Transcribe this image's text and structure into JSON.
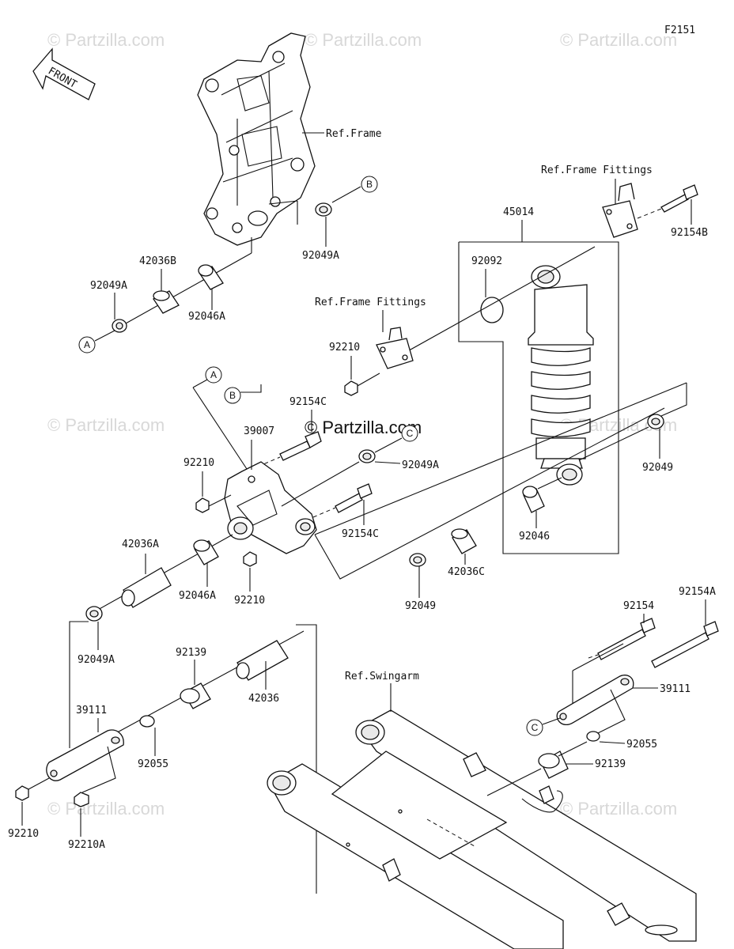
{
  "diagram_id": "F2151",
  "front_label": "FRONT",
  "watermark": "© Partzilla.com",
  "refs": {
    "frame": "Ref.Frame",
    "frame_fittings_1": "Ref.Frame Fittings",
    "frame_fittings_2": "Ref.Frame Fittings",
    "swingarm": "Ref.Swingarm"
  },
  "markers": {
    "a": "A",
    "b": "B",
    "c": "C"
  },
  "parts": {
    "p45014": "45014",
    "p92154B": "92154B",
    "p92092": "92092",
    "p92049A_top": "92049A",
    "p42036B": "42036B",
    "p92049A_left": "92049A",
    "p92046A_top": "92046A",
    "p92210_mid": "92210",
    "p92154C_top": "92154C",
    "p39007": "39007",
    "p92210_left": "92210",
    "p92049A_mid": "92049A",
    "p92154C_mid": "92154C",
    "p92049_right": "92049",
    "p42036A": "42036A",
    "p92046A_mid": "92046A",
    "p92210_low": "92210",
    "p92046": "92046",
    "p42036C": "42036C",
    "p92049_low": "92049",
    "p92049A_low": "92049A",
    "p92139_left": "92139",
    "p42036": "42036",
    "p92154": "92154",
    "p92154A": "92154A",
    "p39111_left": "39111",
    "p39111_right": "39111",
    "p92055_left": "92055",
    "p92055_right": "92055",
    "p92139_right": "92139",
    "p92210_bot": "92210",
    "p92210A": "92210A"
  }
}
